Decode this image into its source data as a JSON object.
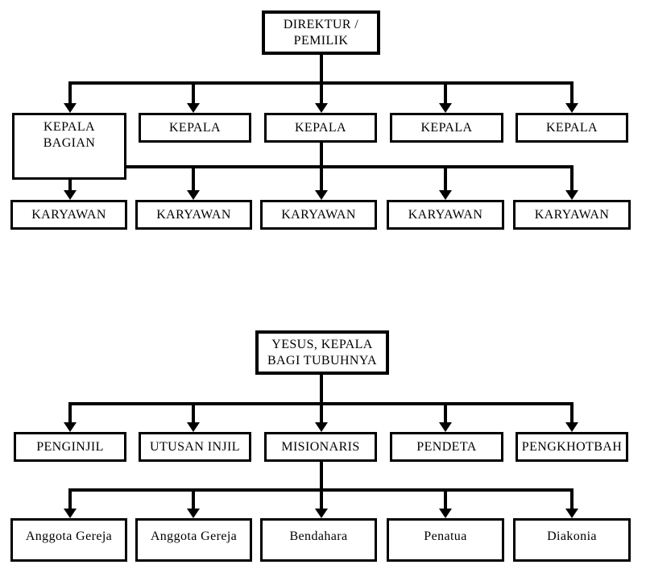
{
  "page": {
    "background": "#ffffff",
    "line_color": "#000000",
    "box_fill": "#ffffff",
    "text_color": "#000000"
  },
  "charts": [
    {
      "name": "company-structure",
      "root": "DIREKTUR / PEMILIK",
      "level2": [
        "KEPALA BAGIAN",
        "KEPALA",
        "KEPALA",
        "KEPALA",
        "KEPALA"
      ],
      "level3": [
        "KARYAWAN",
        "KARYAWAN",
        "KARYAWAN",
        "KARYAWAN",
        "KARYAWAN"
      ]
    },
    {
      "name": "church-structure",
      "root": "YESUS, KEPALA BAGI TUBUHNYA",
      "level2": [
        "PENGINJIL",
        "UTUSAN INJIL",
        "MISIONARIS",
        "PENDETA",
        "PENGKHOTBAH"
      ],
      "level3": [
        "Anggota Gereja",
        "Anggota Gereja",
        "Bendahara",
        "Penatua",
        "Diakonia"
      ]
    }
  ]
}
